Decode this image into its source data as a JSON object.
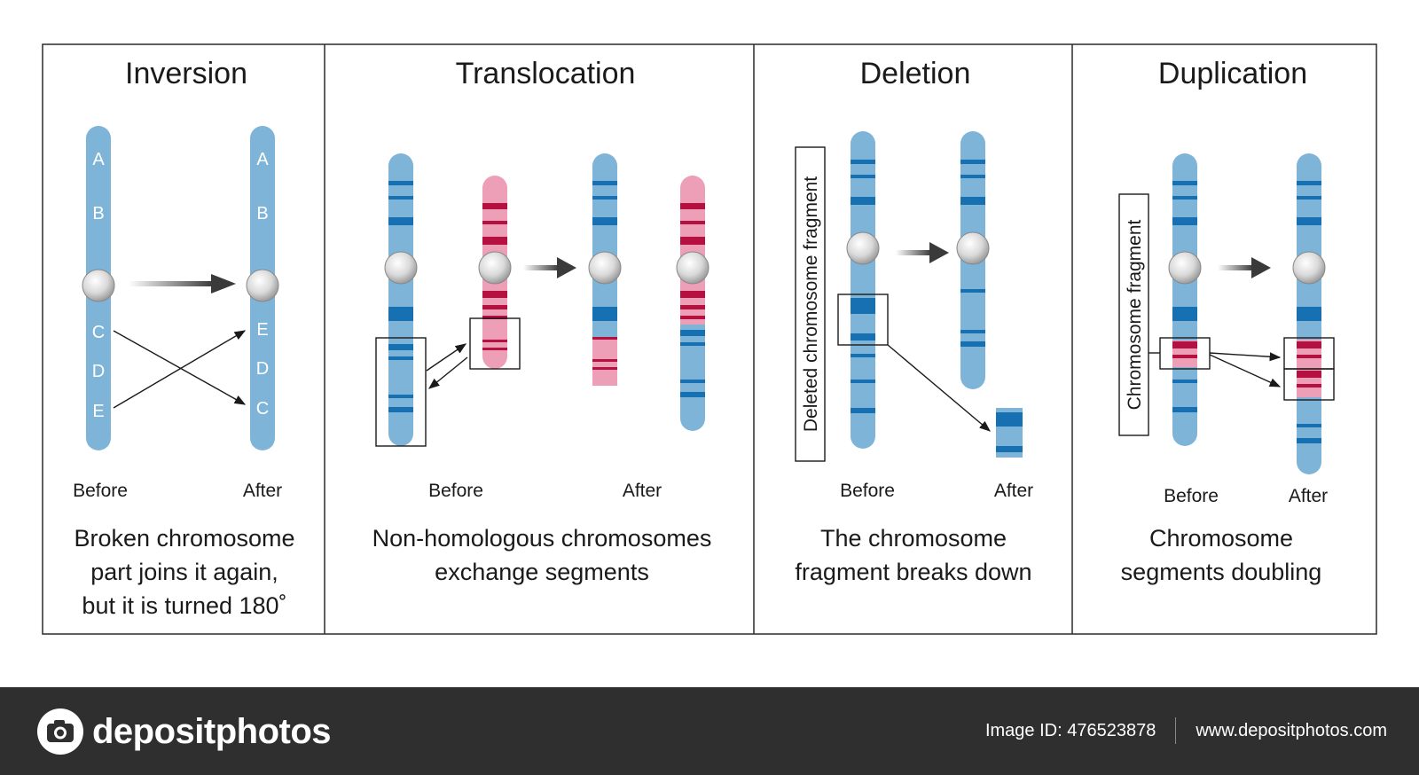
{
  "panels": [
    {
      "title": "Inversion",
      "before_label": "Before",
      "after_label": "After",
      "caption": [
        "Broken chromosome",
        "part joins it again,",
        "but it is turned 180˚"
      ],
      "before_letters": [
        "A",
        "B",
        "C",
        "D",
        "E"
      ],
      "after_letters": [
        "A",
        "B",
        "E",
        "D",
        "C"
      ]
    },
    {
      "title": "Translocation",
      "before_label": "Before",
      "after_label": "After",
      "caption": [
        "Non-homologous chromosomes",
        "exchange segments"
      ]
    },
    {
      "title": "Deletion",
      "before_label": "Before",
      "after_label": "After",
      "caption": [
        "The chromosome",
        "fragment breaks down"
      ],
      "side_label": "Deleted chromosome fragment"
    },
    {
      "title": "Duplication",
      "before_label": "Before",
      "after_label": "After",
      "caption": [
        "Chromosome",
        "segments doubling"
      ],
      "side_label": "Chromosome fragment"
    }
  ],
  "colors": {
    "chromosome_blue": "#7db4d8",
    "chromosome_pink": "#ec9fb6",
    "band_blue": "#1670b2",
    "band_red": "#b5103f",
    "footer_bg": "#2f2f2f"
  },
  "footer": {
    "brand": "depositphotos",
    "image_id": "Image ID: 476523878",
    "website": "www.depositphotos.com",
    "logo_icon": "camera-icon"
  }
}
